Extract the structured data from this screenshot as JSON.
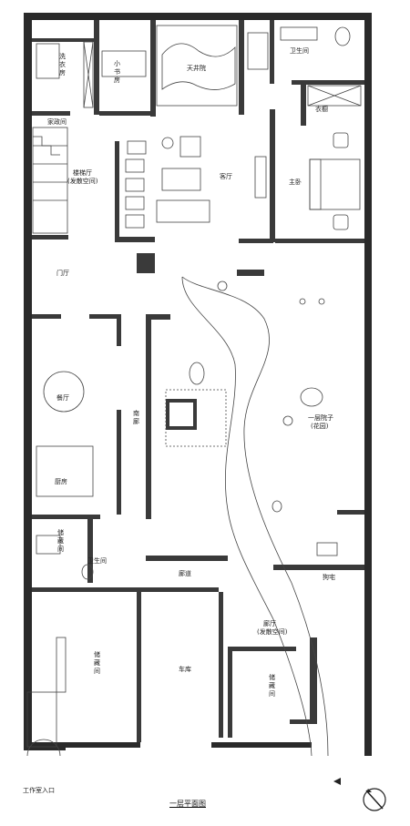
{
  "plan_title": "一层平面图",
  "rooms": {
    "laundry": "洗衣房",
    "study": "小书房",
    "courtyard_well": "天井院",
    "bathroom_main": "卫生间",
    "housekeeping": "家政间",
    "closet": "衣橱",
    "stair_hall": "楼梯厅",
    "stair_hall_note": "(发散空间)",
    "living": "客厅",
    "master_bedroom": "主卧",
    "foyer": "门厅",
    "dining": "餐厅",
    "corridor": "南廊",
    "garden": "一层院子",
    "garden_note": "(花园)",
    "kitchen": "厨房",
    "storage_a": "储藏间",
    "powder_room": "卫生间",
    "walkway": "廊道",
    "doghouse": "狗宅",
    "storage_b": "储藏间",
    "garage": "车库",
    "entry_hall": "廊厅",
    "entry_hall_note": "(发散空间)",
    "storage_c": "储藏间",
    "studio_entrance": "工作室入口"
  },
  "icons": {
    "north_arrow": "north-arrow-icon"
  }
}
